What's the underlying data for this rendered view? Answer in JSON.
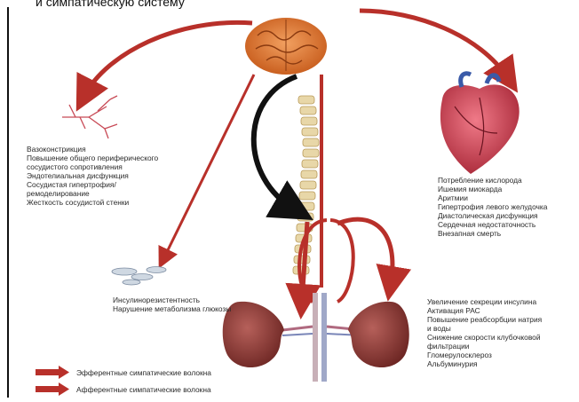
{
  "header": {
    "caption": "и симпатическую систему"
  },
  "vascular": {
    "items": [
      "Вазоконстрикция",
      "Повышение общего периферического",
      "сосудистого сопротивления",
      "Эндотелиальная дисфункция",
      "Сосудистая гипертрофия/",
      "ремоделирование",
      "Жесткость сосудистой стенки"
    ]
  },
  "heart": {
    "items": [
      "Потребление кислорода",
      "Ишемия миокарда",
      "Аритмии",
      "Гипертрофия левого желудочка",
      "Диастолическая дисфункция",
      "Сердечная недостаточность",
      "Внезапная смерть"
    ]
  },
  "metabolic": {
    "items": [
      "Инсулинорезистентность",
      "Нарушение метаболизма глюкозы"
    ]
  },
  "kidney": {
    "items": [
      "Увеличение секреции инсулина",
      "Активация РАС",
      "Повышение реабсорбции натрия",
      "и воды",
      "Снижение скорости клубочковой",
      "фильтрации",
      "Гломерулосклероз",
      "Альбуминурия"
    ]
  },
  "legend": {
    "efferent": "Эфферентные симпатические волокна",
    "afferent": "Афферентные симпатические волокна"
  },
  "colors": {
    "arrow_red": "#b8302a",
    "arrow_dark": "#111111",
    "brain": "#e07a2c",
    "kidney": "#8a3530",
    "heart": "#c8404a"
  }
}
